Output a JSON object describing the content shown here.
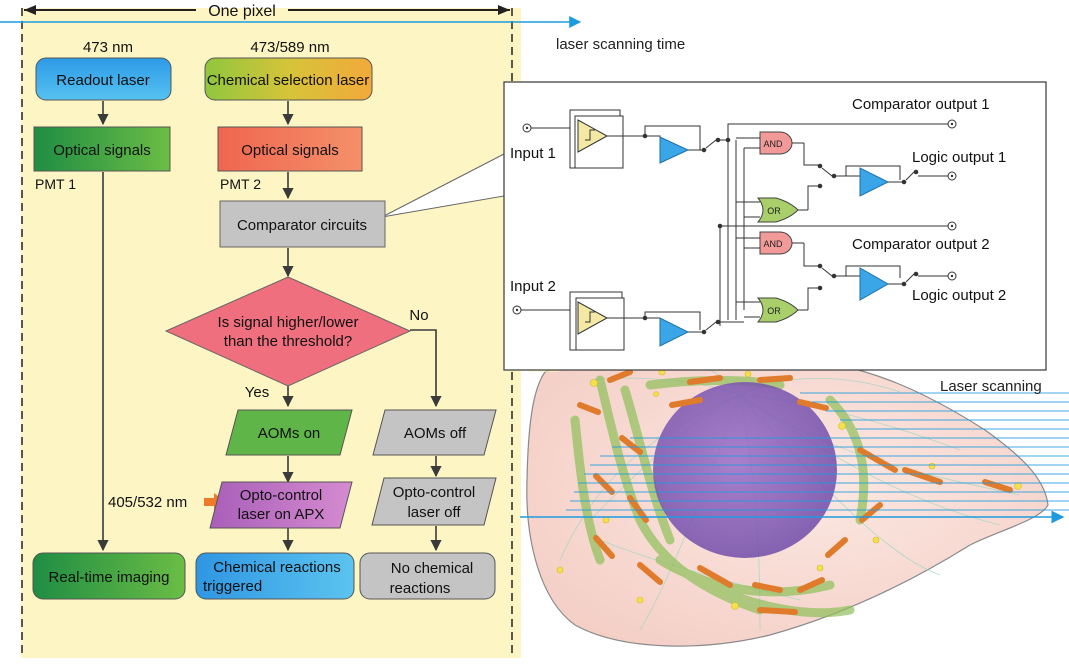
{
  "header": {
    "one_pixel": "One pixel",
    "scan_time": "laser scanning time"
  },
  "flow": {
    "readout_wavelength": "473 nm",
    "readout_laser": "Readout laser",
    "selection_wavelength": "473/589 nm",
    "selection_laser": "Chemical selection laser",
    "optical_signals_left": "Optical signals",
    "optical_signals_right": "Optical signals",
    "pmt1": "PMT 1",
    "pmt2": "PMT 2",
    "comparator": "Comparator circuits",
    "decision_line1": "Is signal higher/lower",
    "decision_line2": "than the threshold?",
    "yes": "Yes",
    "no": "No",
    "aoms_on": "AOMs on",
    "aoms_off": "AOMs off",
    "opto_wavelength": "405/532 nm",
    "opto_on_line1": "Opto-control",
    "opto_on_line2": "laser on APX",
    "opto_off_line1": "Opto-control",
    "opto_off_line2": "laser off",
    "realtime": "Real-time imaging",
    "reactions_line1": "Chemical reactions",
    "reactions_line2": "triggered",
    "no_reactions_line1": "No chemical",
    "no_reactions_line2": "reactions"
  },
  "circuit": {
    "input1": "Input 1",
    "input2": "Input 2",
    "comp_out1": "Comparator output 1",
    "comp_out2": "Comparator output 2",
    "logic_out1": "Logic output 1",
    "logic_out2": "Logic output 2",
    "and_label": "AND",
    "or_label": "OR"
  },
  "cell": {
    "scanning_label": "Laser scanning"
  },
  "colors": {
    "panel_fill": "#fdf6c4",
    "readout_blue": "#3aa6e8",
    "green_box": "#2e9b47",
    "salmon_box": "#ef7a5e",
    "gray_box": "#c4c4c4",
    "decision_pink": "#ef6f7f",
    "aoms_green": "#5fb548",
    "opto_purple": "#c071c4",
    "arrow_orange": "#f07a2a",
    "scan_blue": "#1e9be0"
  }
}
